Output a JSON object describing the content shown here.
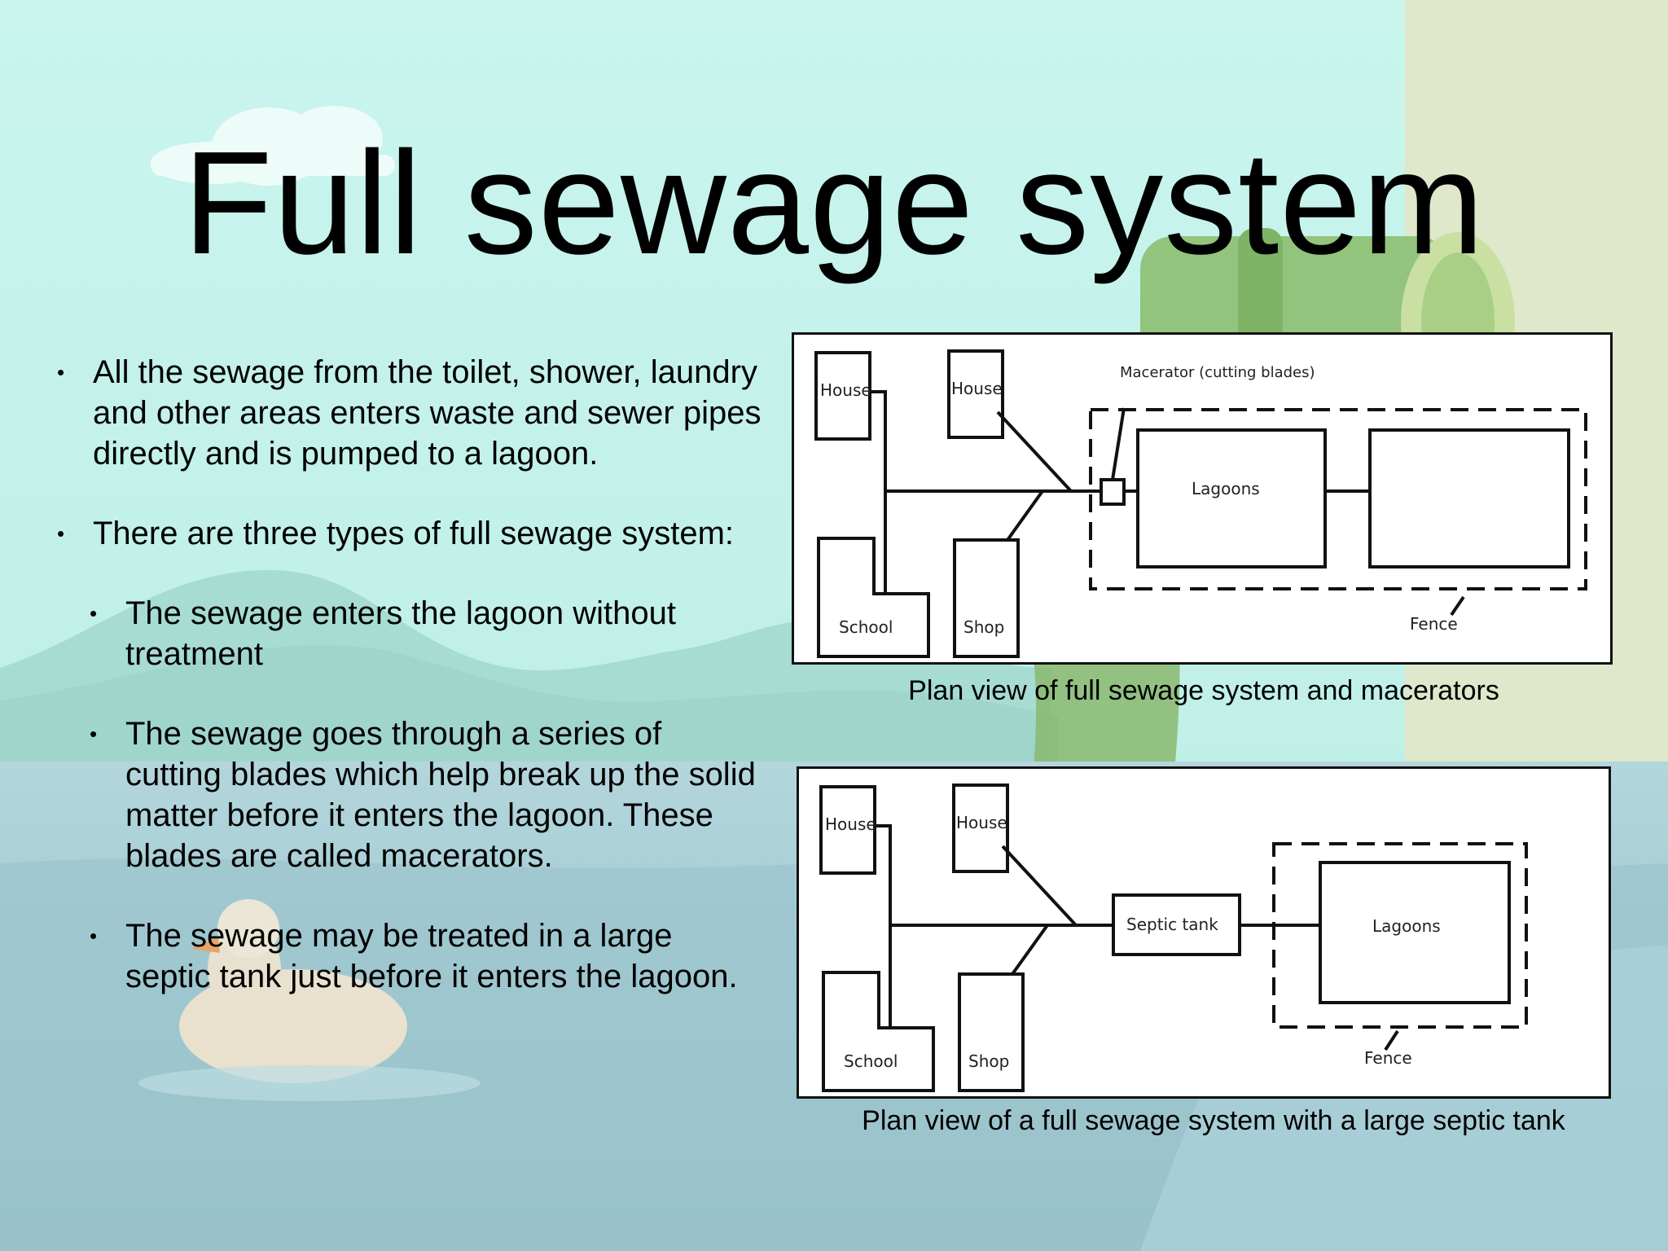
{
  "title": "Full sewage system",
  "bullets": [
    "All the sewage from the toilet, shower, laundry and other areas enters waste and sewer pipes directly and is pumped to a lagoon.",
    "There are three types of full sewage system:"
  ],
  "sub_bullets": [
    "The sewage enters the lagoon without treatment",
    "The sewage goes through a series of cutting blades which help break up the solid matter before it enters the lagoon. These blades are called macerators.",
    "The sewage may be treated in a large septic tank just before it enters the lagoon."
  ],
  "diagram1": {
    "labels": {
      "house_1": "House",
      "house_2": "House",
      "macerator": "Macerator (cutting blades)",
      "lagoons": "Lagoons",
      "school": "School",
      "shop": "Shop",
      "fence": "Fence"
    },
    "caption": "Plan view of full sewage system and macerators"
  },
  "diagram2": {
    "labels": {
      "house_1": "House",
      "house_2": "House",
      "septic_tank": "Septic tank",
      "lagoons": "Lagoons",
      "school": "School",
      "shop": "Shop",
      "fence": "Fence"
    },
    "caption": "Plan view of a full sewage system with a large septic tank"
  },
  "colors": {
    "sky": "#c6f3ec",
    "hill": "#a8dcd4",
    "water": "#a9ccd4",
    "pipe": "#8cbf7a",
    "wall": "#dfe6c8"
  }
}
